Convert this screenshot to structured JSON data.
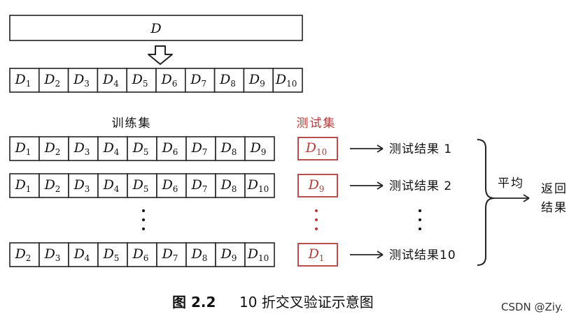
{
  "top": {
    "dataset_label": "D",
    "partitions": [
      "1",
      "2",
      "3",
      "4",
      "5",
      "6",
      "7",
      "8",
      "9",
      "10"
    ]
  },
  "labels": {
    "train": "训练集",
    "test": "测试集",
    "average": "平均",
    "return": [
      "返回",
      "结果"
    ]
  },
  "rows": [
    {
      "train": [
        "1",
        "2",
        "3",
        "4",
        "5",
        "6",
        "7",
        "8",
        "9"
      ],
      "test": "10",
      "result": "测试结果 1"
    },
    {
      "train": [
        "1",
        "2",
        "3",
        "4",
        "5",
        "6",
        "7",
        "8",
        "10"
      ],
      "test": "9",
      "result": "测试结果 2"
    },
    {
      "train": [
        "2",
        "3",
        "4",
        "5",
        "6",
        "7",
        "8",
        "9",
        "10"
      ],
      "test": "1",
      "result": "测试结果10"
    }
  ],
  "caption": {
    "prefix": "图 2.2",
    "text": "10 折交叉验证示意图"
  },
  "watermark": "CSDN @Ziy.",
  "colors": {
    "test_accent": "#b23a3a",
    "line": "#222222"
  }
}
